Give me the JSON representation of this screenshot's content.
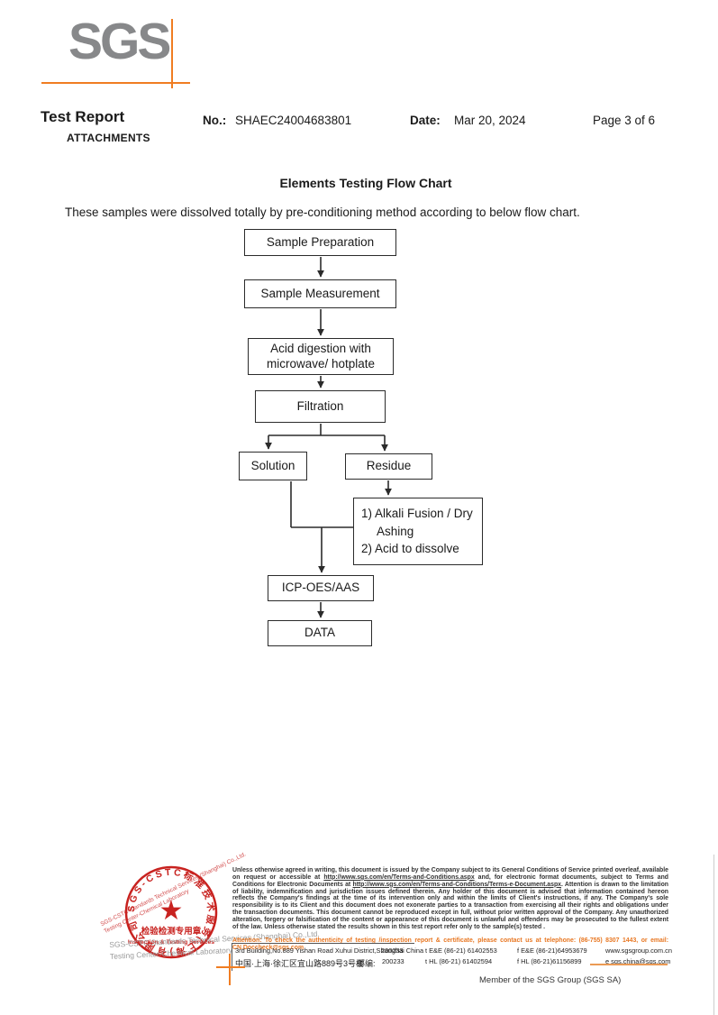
{
  "brand": {
    "logo_text": "SGS",
    "logo_gray": "#87888a",
    "accent_orange": "#f07d22"
  },
  "header": {
    "title": "Test Report",
    "subtitle": "ATTACHMENTS",
    "no_label": "No.:",
    "no_value": "SHAEC24004683801",
    "date_label": "Date:",
    "date_value": "Mar 20, 2024",
    "page_label": "Page 3 of 6"
  },
  "body": {
    "flow_title": "Elements Testing Flow Chart",
    "intro": "These samples were dissolved totally by pre-conditioning method according to below flow chart."
  },
  "flowchart": {
    "boxes": [
      {
        "name": "sample-preparation",
        "lines": [
          "Sample Preparation"
        ]
      },
      {
        "name": "sample-measurement",
        "lines": [
          "Sample Measurement"
        ]
      },
      {
        "name": "acid-digestion",
        "lines": [
          "Acid digestion with",
          "microwave/ hotplate"
        ]
      },
      {
        "name": "filtration",
        "lines": [
          "Filtration"
        ]
      },
      {
        "name": "solution",
        "lines": [
          "Solution"
        ]
      },
      {
        "name": "residue",
        "lines": [
          "Residue"
        ]
      },
      {
        "name": "alkali-fusion",
        "lines": [
          "1) Alkali Fusion / Dry",
          "Ashing",
          "2) Acid to dissolve"
        ]
      },
      {
        "name": "icp-oes-aas",
        "lines": [
          "ICP-OES/AAS"
        ]
      },
      {
        "name": "data",
        "lines": [
          "DATA"
        ]
      }
    ]
  },
  "stamp": {
    "ring_text": "SGS-CSTC标准技术服务(上海)有限公司",
    "star": "★",
    "center_line1": "检验检测专用章",
    "center_line2": "Inspection & Testing Services",
    "red": "#c8221f",
    "company_line1": "SGS-CSTC Standards Technical Services (Shanghai) Co.,Ltd.",
    "company_line2": "Testing Center-Chemical Laboratory"
  },
  "footer": {
    "legal": {
      "part1": "Unless otherwise agreed in writing, this document is issued by the Company subject to its General Conditions of Service printed overleaf, available on request or accessible at ",
      "url1": "http://www.sgs.com/en/Terms-and-Conditions.aspx",
      "part2": " and, for electronic format documents, subject to Terms and Conditions for Electronic Documents at ",
      "url2": "http://www.sgs.com/en/Terms-and-Conditions/Terms-e-Document.aspx",
      "part3": ". Attention is drawn to the limitation of liability, indemnification and jurisdiction issues defined therein. Any holder of this document is advised that information contained hereon reflects the Company's findings at the time of its intervention only and within the limits of Client's instructions, if any. The Company's sole responsibility is to its Client and this document does not exonerate parties to a transaction from exercising all their rights and obligations under the transaction documents. This document cannot be reproduced except in full, without prior written approval of the Company. Any unauthorized alteration, forgery or falsification of the content or appearance of this document is unlawful and offenders may be prosecuted to the fullest extent of the law. Unless otherwise stated the results shown in this test report refer only to the sample(s) tested ."
    },
    "attention": "Attention: To check the authenticity of testing /inspection report & certificate, please contact us at telephone: (86-755) 8307 1443, or email: CN.Doccheck@sgs.com",
    "address": {
      "en": "3rd Building,No.889 Yishan Road Xuhui District,Shanghai China",
      "en_postcode": "200233",
      "cn": "中国·上海·徐汇区宜山路889号3号楼",
      "cn_post_label": "邮编:",
      "cn_postcode": "200233",
      "tel1": "t E&E (86-21) 61402553",
      "fax1": "f E&E (86-21)64953679",
      "web": "www.sgsgroup.com.cn",
      "tel2": "t HL (86-21) 61402594",
      "fax2": "f HL (86-21)61156899",
      "email": "e  sgs.china@sgs.com"
    },
    "member": "Member of the SGS Group (SGS SA)"
  }
}
